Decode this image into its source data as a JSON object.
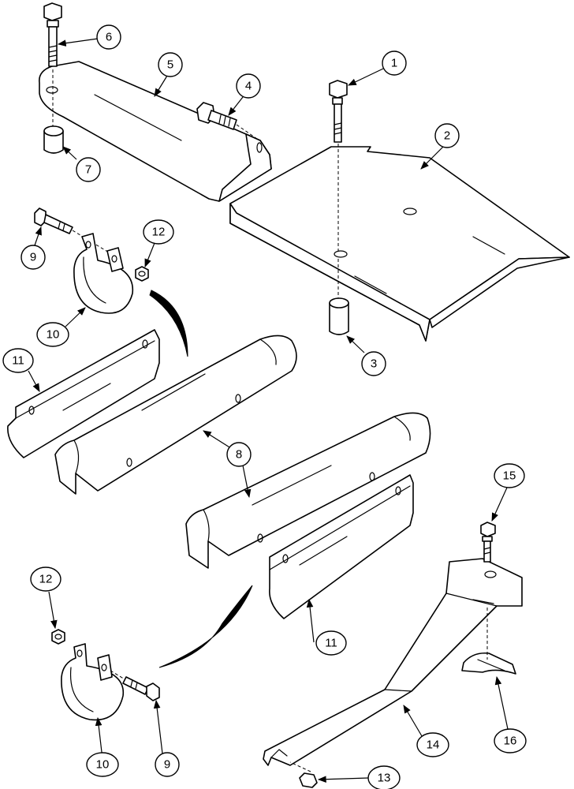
{
  "callouts": {
    "c1": "1",
    "c2": "2",
    "c3": "3",
    "c4": "4",
    "c5": "5",
    "c6": "6",
    "c7": "7",
    "c8": "8",
    "c9a": "9",
    "c9b": "9",
    "c10a": "10",
    "c10b": "10",
    "c11a": "11",
    "c11b": "11",
    "c12a": "12",
    "c12b": "12",
    "c13": "13",
    "c14": "14",
    "c15": "15",
    "c16": "16"
  }
}
